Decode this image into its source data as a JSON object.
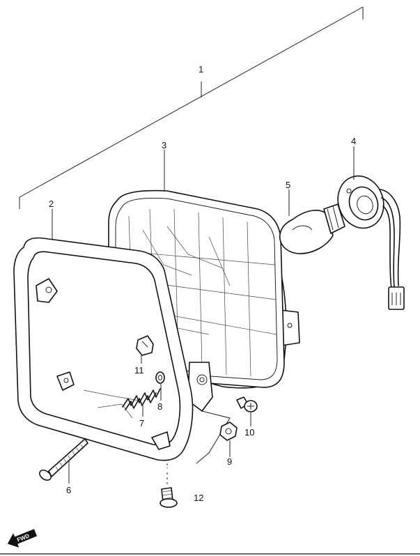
{
  "callouts": [
    {
      "id": "1",
      "label": "1"
    },
    {
      "id": "2",
      "label": "2"
    },
    {
      "id": "3",
      "label": "3"
    },
    {
      "id": "4",
      "label": "4"
    },
    {
      "id": "5",
      "label": "5"
    },
    {
      "id": "6",
      "label": "6"
    },
    {
      "id": "7",
      "label": "7"
    },
    {
      "id": "8",
      "label": "8"
    },
    {
      "id": "9",
      "label": "9"
    },
    {
      "id": "10",
      "label": "10"
    },
    {
      "id": "11",
      "label": "11"
    },
    {
      "id": "12",
      "label": "12"
    }
  ],
  "direction_badge": {
    "label": "FWD",
    "icon": "forward-arrow-icon"
  }
}
